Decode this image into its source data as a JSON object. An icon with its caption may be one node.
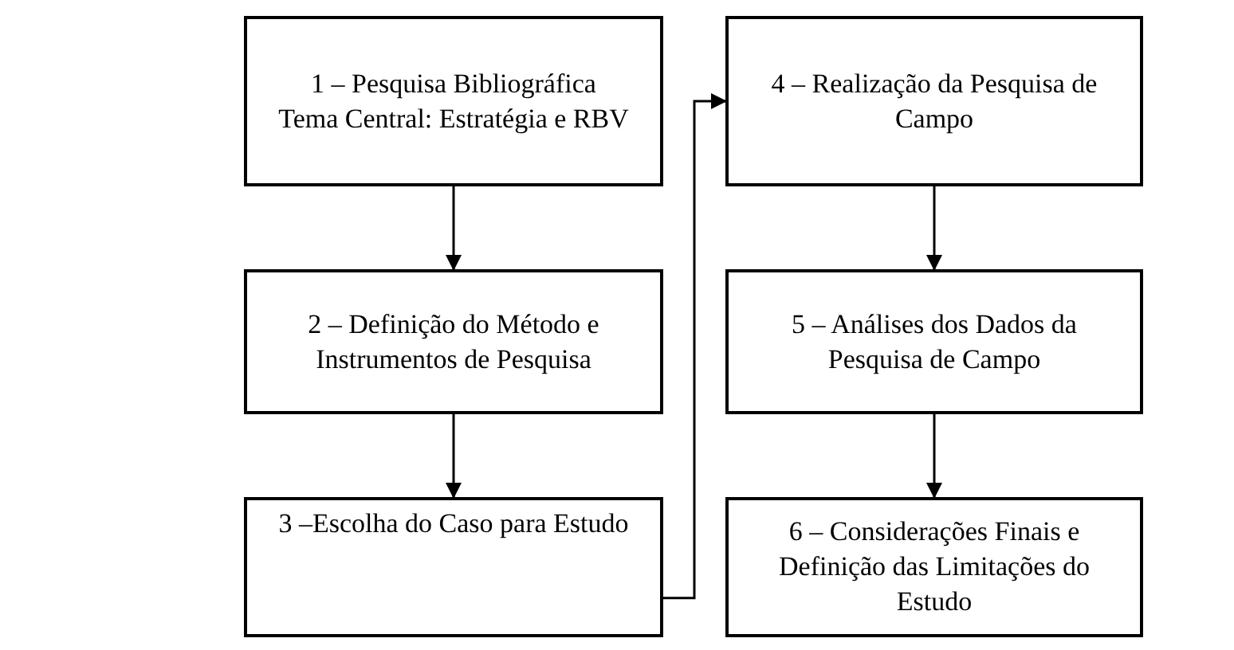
{
  "diagram": {
    "nodes": [
      {
        "text": [
          "1 – Pesquisa Bibliográfica",
          "Tema Central: Estratégia e RBV"
        ]
      },
      {
        "text": [
          "2 – Definição do Método e Instrumentos de Pesquisa"
        ]
      },
      {
        "text": [
          "3 –Escolha do Caso para Estudo"
        ]
      },
      {
        "text": [
          "4 – Realização da Pesquisa de Campo"
        ]
      },
      {
        "text": [
          "5 – Análises dos Dados da Pesquisa de Campo"
        ]
      },
      {
        "text": [
          "6 – Considerações Finais e Definição das Limitações do Estudo"
        ]
      }
    ],
    "edges": [
      {
        "from": 0,
        "to": 1,
        "arrow": "to"
      },
      {
        "from": 1,
        "to": 2,
        "arrow": "to"
      },
      {
        "from": 2,
        "to": 3,
        "arrow": "to"
      },
      {
        "from": 3,
        "to": 4,
        "arrow": "to"
      },
      {
        "from": 4,
        "to": 5,
        "arrow": "to"
      }
    ]
  }
}
